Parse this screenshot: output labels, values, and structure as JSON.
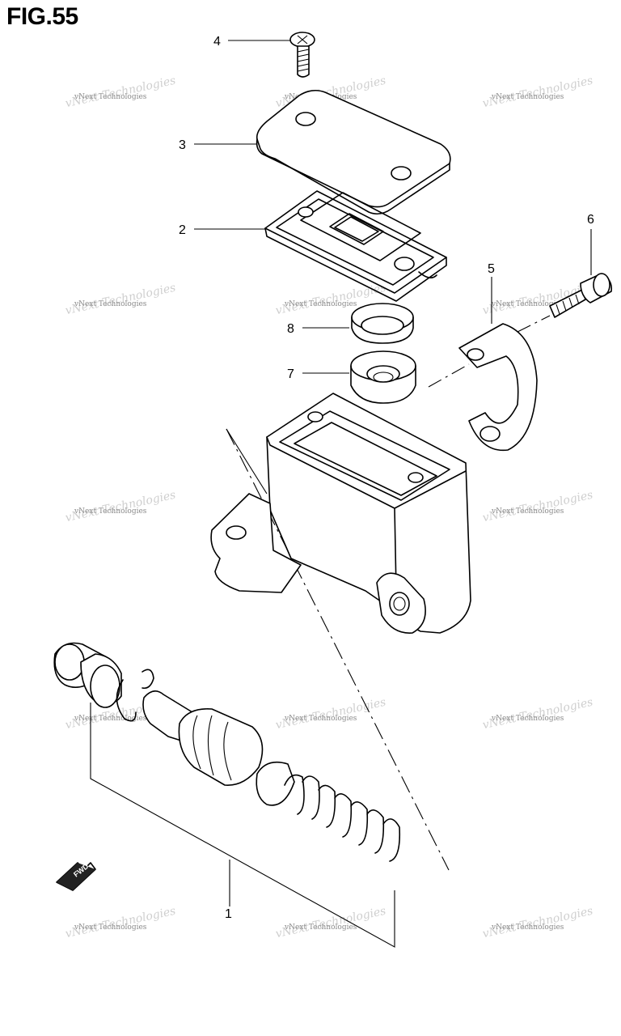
{
  "figure": {
    "title": "FIG.55"
  },
  "labels": [
    "1",
    "2",
    "3",
    "4",
    "5",
    "6",
    "7",
    "8"
  ],
  "watermark": {
    "line1": "vNext Technologies",
    "line2": "vNext Technologies"
  },
  "fwd": {
    "text": "FWD"
  }
}
